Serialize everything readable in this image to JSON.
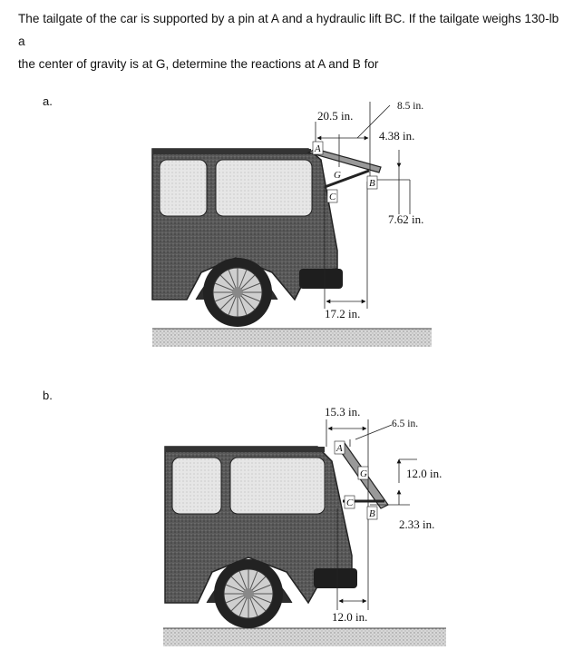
{
  "problem": {
    "line1": "The tailgate of the car is supported by a pin at A and a hydraulic lift BC. If the tailgate weighs 130-lb a",
    "line2": "the center of gravity is at G, determine the reactions at A and B for"
  },
  "part_a": {
    "label": "a.",
    "dims": {
      "horizontal_ag": "20.5 in.",
      "top_right": "8.5 in.",
      "vertical_small": "4.38 in.",
      "vertical_large": "7.62 in.",
      "bottom": "17.2 in."
    },
    "points": {
      "a": "A",
      "g": "G",
      "b": "B",
      "c": "C"
    }
  },
  "part_b": {
    "label": "b.",
    "dims": {
      "horizontal_ag": "15.3 in.",
      "top_right": "6.5 in.",
      "vertical_large": "12.0 in.",
      "vertical_small": "2.33 in.",
      "bottom": "12.0 in."
    },
    "points": {
      "a": "A",
      "g": "G",
      "b": "B",
      "c": "C"
    }
  }
}
